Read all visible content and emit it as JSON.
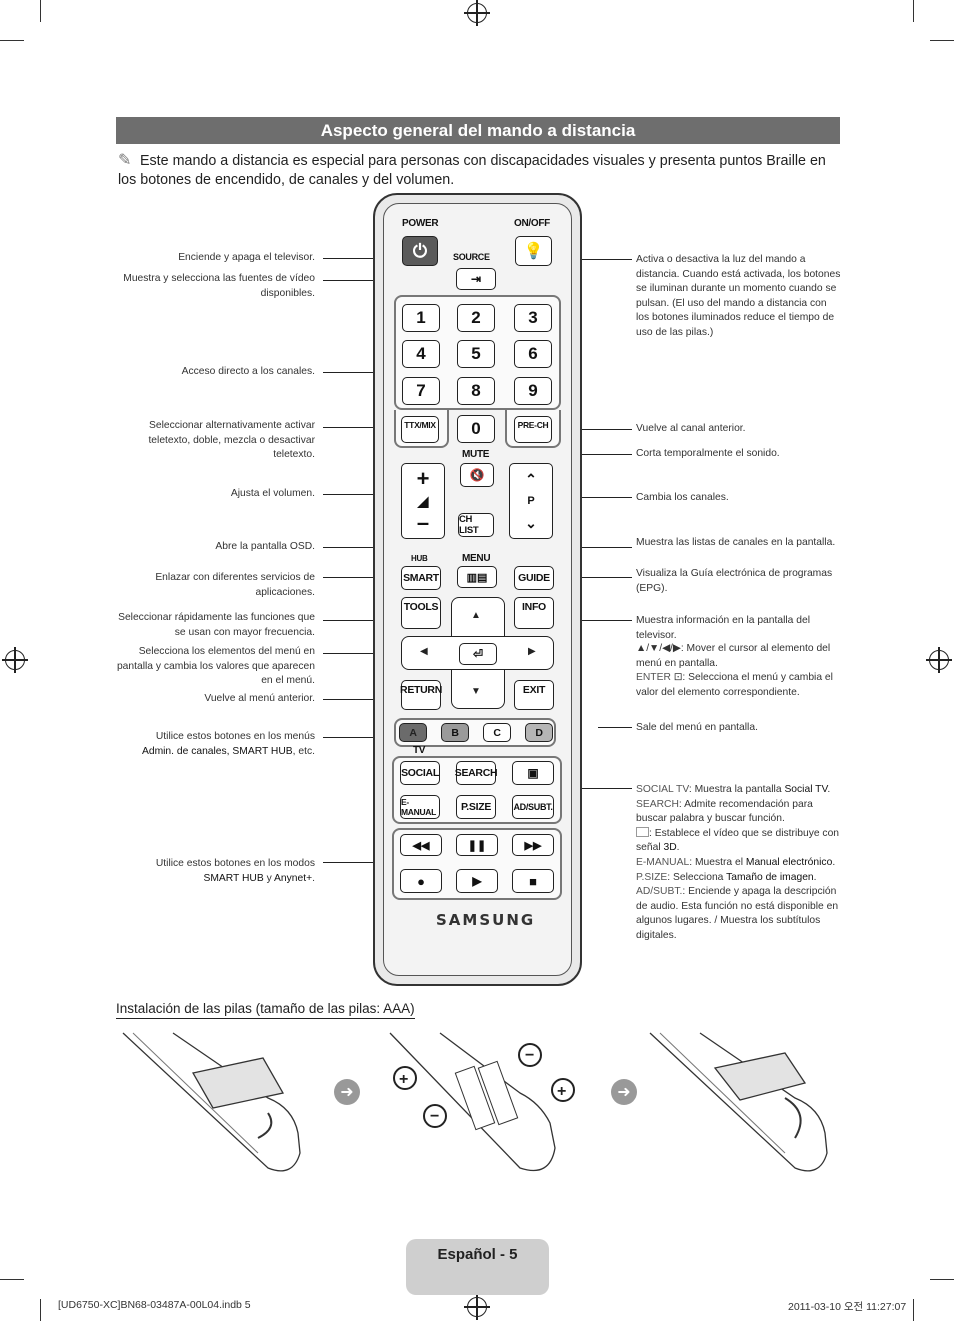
{
  "title": "Aspecto general del mando a distancia",
  "intro": "Este mando a distancia es especial para personas con discapacidades visuales y presenta puntos Braille en los botones de encendido, de canales y del volumen.",
  "left_notes": [
    "Enciende y apaga el televisor.",
    "Muestra y selecciona las fuentes de vídeo disponibles.",
    "Acceso directo a los canales.",
    "Seleccionar alternativamente activar teletexto, doble, mezcla o desactivar teletexto.",
    "Ajusta el volumen.",
    "Abre la pantalla OSD.",
    "Enlazar con diferentes servicios de aplicaciones.",
    "Seleccionar rápidamente las funciones que se usan con mayor frecuencia.",
    "Selecciona los elementos del menú en pantalla y cambia los valores que aparecen en el menú.",
    "Vuelve al menú anterior.",
    "Utilice estos botones en los menús",
    "Admin. de canales, SMART HUB",
    ", etc.",
    "Utilice estos botones en los modos",
    "SMART HUB",
    " y ",
    "Anynet+",
    "."
  ],
  "right_notes": {
    "light": "Activa o desactiva la luz del mando a distancia. Cuando está activada, los botones se iluminan durante un momento cuando se pulsan. (El uso del mando a distancia con los botones iluminados reduce el tiempo de uso de las pilas.)",
    "prech": "Vuelve al canal anterior.",
    "mute": "Corta temporalmente el sonido.",
    "channel": "Cambia los canales.",
    "chlist": "Muestra las listas de canales en la pantalla.",
    "guide": "Visualiza la Guía electrónica de programas (EPG).",
    "info": "Muestra información en la pantalla del televisor.",
    "arrows": ": Mover el cursor al elemento del menú en pantalla.",
    "enter_label": "ENTER",
    "enter": ": Selecciona el menú y cambia el valor del elemento correspondiente.",
    "exit": "Sale del menú en pantalla.",
    "social_label": "SOCIAL TV",
    "social_a": ": Muestra la pantalla ",
    "social_b": "Social TV",
    "search_label": "SEARCH",
    "search": ": Admite recomendación para buscar palabra y buscar función.",
    "threed_a": ": Establece el vídeo que se distribuye con señal ",
    "threed_b": "3D",
    "emanual_label": "E-MANUAL",
    "emanual_a": ": Muestra el ",
    "emanual_b": "Manual electrónico",
    "psize_label": "P.SIZE",
    "psize_a": ": Selecciona ",
    "psize_b": "Tamaño de imagen",
    "adsubt_label": "AD/SUBT.",
    "adsubt": ": Enciende y apaga la descripción de audio. Esta función no está disponible en algunos lugares. / Muestra los subtítulos digitales."
  },
  "remote": {
    "power": "POWER",
    "onoff": "ON/OFF",
    "source": "SOURCE",
    "numbers": [
      "1",
      "2",
      "3",
      "4",
      "5",
      "6",
      "7",
      "8",
      "9",
      "0"
    ],
    "ttx": "TTX/MIX",
    "prech": "PRE-CH",
    "mute": "MUTE",
    "p": "P",
    "chlist": "CH LIST",
    "hub": "HUB",
    "menu": "MENU",
    "smart": "SMART",
    "guide": "GUIDE",
    "tools": "TOOLS",
    "info": "INFO",
    "return": "RETURN",
    "exit": "EXIT",
    "colors": [
      "A",
      "B",
      "C",
      "D"
    ],
    "tv": "TV",
    "social": "SOCIAL",
    "search": "SEARCH",
    "emanual": "E-MANUAL",
    "psize": "P.SIZE",
    "adsubt": "AD/SUBT.",
    "brand": "SAMSUNG"
  },
  "battery_title": "Instalación de las pilas (tamaño de las pilas: AAA)",
  "footer": "Español - 5",
  "file_info": "[UD6750-XC]BN68-03487A-00L04.indb   5",
  "date_info": "2011-03-10   오전 11:27:07",
  "colors": {
    "title_bar": "#6e6e6e",
    "footer_box": "#cfcfcf",
    "highlight_label": "#555555"
  }
}
